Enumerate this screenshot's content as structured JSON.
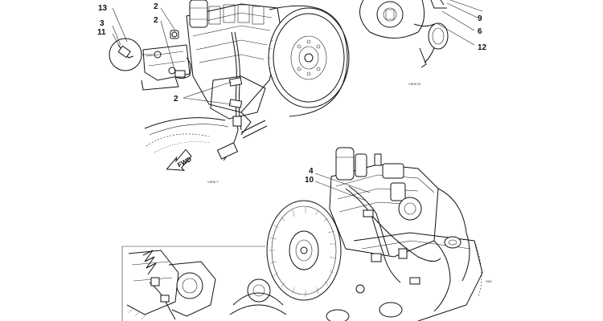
{
  "callouts": {
    "c13": "13",
    "c3": "3",
    "c11": "11",
    "c2a": "2",
    "c2b": "2",
    "c2c": "2",
    "c9": "9",
    "c6": "6",
    "c12": "12",
    "c4": "4",
    "c10": "10"
  },
  "fwd_label": "FWD",
  "view_labels": {
    "view_top_right": "VIEW W",
    "view_left": "VIEW Y",
    "ref_code": "SNC"
  }
}
